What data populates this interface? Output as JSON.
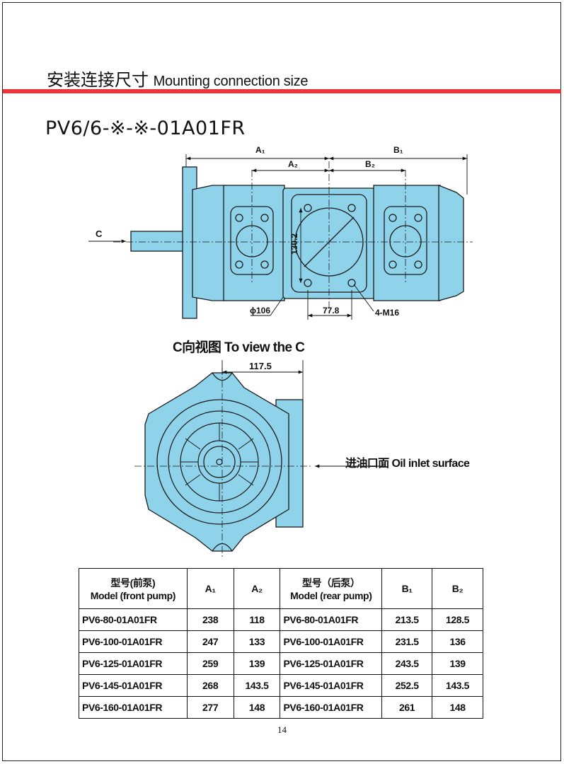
{
  "header": {
    "title_cn": "安装连接尺寸",
    "title_en": "Mounting connection size"
  },
  "model_code": "PV6/6-※-※-01A01FR",
  "top_view": {
    "view_arrow_label": "C",
    "dimensions": {
      "a1": "A₁",
      "a2": "A₂",
      "b1": "B₁",
      "b2": "B₂",
      "height": "130.2",
      "diameter": "ϕ106",
      "spacing": "77.8",
      "thread": "4-M16"
    }
  },
  "side_view": {
    "title": "C向视图 To view the C",
    "width_dim": "117.5",
    "inlet_label": "进油口面 Oil inlet surface"
  },
  "colors": {
    "accent": "#e8363b",
    "pump_fill": "#8fd3eb",
    "pump_line": "#1a1a1a"
  },
  "table": {
    "headers": {
      "front_model": [
        "型号(前泵)",
        "Model (front pump)"
      ],
      "a1": "A₁",
      "a2": "A₂",
      "rear_model": [
        "型号（后泵）",
        "Model (rear pump)"
      ],
      "b1": "B₁",
      "b2": "B₂"
    },
    "rows": [
      {
        "front": "PV6-80-01A01FR",
        "a1": "238",
        "a2": "118",
        "rear": "PV6-80-01A01FR",
        "b1": "213.5",
        "b2": "128.5"
      },
      {
        "front": "PV6-100-01A01FR",
        "a1": "247",
        "a2": "133",
        "rear": "PV6-100-01A01FR",
        "b1": "231.5",
        "b2": "136"
      },
      {
        "front": "PV6-125-01A01FR",
        "a1": "259",
        "a2": "139",
        "rear": "PV6-125-01A01FR",
        "b1": "243.5",
        "b2": "139"
      },
      {
        "front": "PV6-145-01A01FR",
        "a1": "268",
        "a2": "143.5",
        "rear": "PV6-145-01A01FR",
        "b1": "252.5",
        "b2": "143.5"
      },
      {
        "front": "PV6-160-01A01FR",
        "a1": "277",
        "a2": "148",
        "rear": "PV6-160-01A01FR",
        "b1": "261",
        "b2": "148"
      }
    ]
  },
  "page_number": "14"
}
